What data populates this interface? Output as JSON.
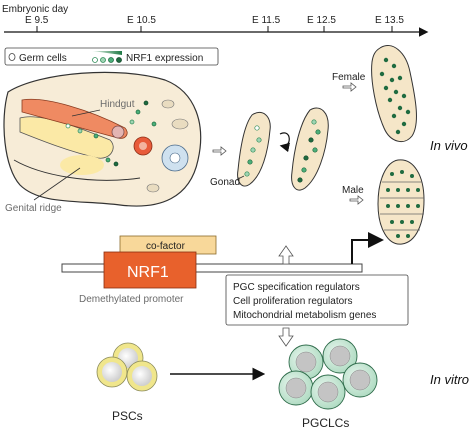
{
  "timeline": {
    "title": "Embryonic day",
    "ticks": [
      "E 9.5",
      "E 10.5",
      "E 11.5",
      "E 12.5",
      "E 13.5"
    ]
  },
  "legend": {
    "germ_cells": "Germ cells",
    "nrf1_expression": "NRF1 expression"
  },
  "embryo": {
    "hindgut": "Hindgut",
    "genital_ridge": "Genital ridge"
  },
  "gonad": {
    "label": "Gonad"
  },
  "sex": {
    "female": "Female",
    "male": "Male"
  },
  "conditions": {
    "in_vivo": "In vivo",
    "in_vitro": "In vitro"
  },
  "promoter": {
    "cofactor": "co-factor",
    "nrf1": "NRF1",
    "demethylated": "Demethylated promoter"
  },
  "targets": [
    "PGC specification regulators",
    "Cell proliferation regulators",
    "Mitochondrial metabolism genes"
  ],
  "cells": {
    "pscs": "PSCs",
    "pgclcs": "PGCLCs"
  },
  "colors": {
    "nrf1_box": "#e8612c",
    "cofactor_box": "#f8d89a",
    "nrf1_green": "#2e8b57",
    "hindgut": "#ef8a62",
    "genital_ridge": "#fbe9a6",
    "tissue": "#f5e6c8",
    "cell_fill": "#c9e8d6",
    "psc_outline": "#f0e68c"
  }
}
